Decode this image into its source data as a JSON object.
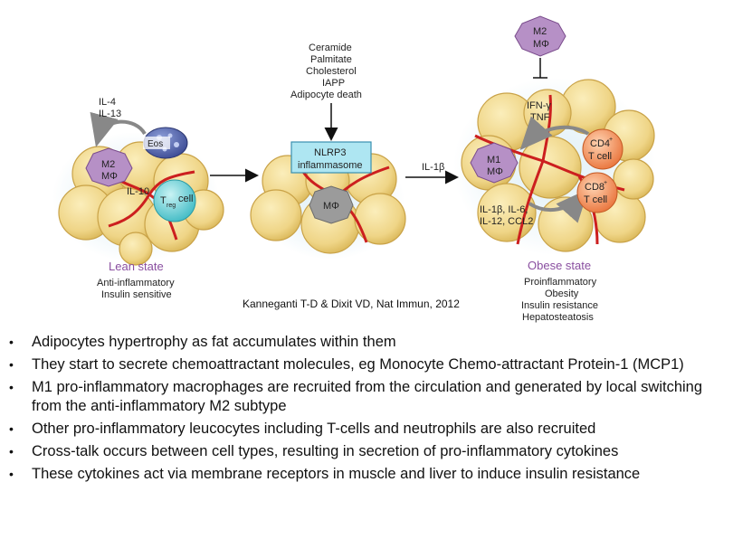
{
  "diagram": {
    "lean": {
      "cytokines_in": [
        "IL-4",
        "IL-13"
      ],
      "eos_label": "Eos",
      "m2_label": [
        "M2",
        "MΦ"
      ],
      "il10_label": "IL-10",
      "treg_main": "T",
      "treg_sub": "reg",
      "treg_cell": "cell",
      "title": "Lean state",
      "subtitle": [
        "Anti-inflammatory",
        "Insulin sensitive"
      ]
    },
    "middle": {
      "triggers": [
        "Ceramide",
        "Palmitate",
        "Cholesterol",
        "IAPP",
        "Adipocyte death"
      ],
      "nlrp3_label": [
        "NLRP3",
        "inflammasome"
      ],
      "macrophage_label": "MΦ"
    },
    "arrow_label": "IL-1β",
    "obese": {
      "m2_label": [
        "M2",
        "MΦ"
      ],
      "ifn_label": [
        "IFN-γ",
        "TNF"
      ],
      "m1_label": [
        "M1",
        "MΦ"
      ],
      "cd4_label": [
        "CD4",
        "+",
        "T cell"
      ],
      "cd8_label": [
        "CD8",
        "+",
        "T cell"
      ],
      "cytokines_out": [
        "IL-1β, IL-6,",
        "IL-12, CCL2"
      ],
      "title": "Obese state",
      "subtitle": [
        "Proinflammatory",
        "Obesity",
        "Insulin resistance",
        "Hepatosteatosis"
      ]
    },
    "citation": "Kanneganti T-D & Dixit VD, Nat Immun, 2012"
  },
  "bullets": [
    "Adipocytes hypertrophy as fat accumulates within them",
    "They start to secrete chemoattractant molecules, eg Monocyte Chemo-attractant Protein-1 (MCP1)",
    "M1 pro-inflammatory macrophages are recruited from the circulation and generated by local switching from the anti-inflammatory M2 subtype",
    "Other pro-inflammatory leucocytes including T-cells and neutrophils are also recruited",
    "Cross-talk occurs between cell types, resulting in secretion of pro-inflammatory cytokines",
    "These cytokines act via membrane receptors in muscle and liver to induce insulin resistance"
  ],
  "colors": {
    "adipocyte": "#efd587",
    "adipocyte_edge": "#c9a247",
    "vessel": "#cc1f1f",
    "macrophage_m2": "#b690c6",
    "macrophage_mid": "#9b9b9b",
    "nlrp3_fill": "#aee6f2",
    "treg": "#6fd3d8",
    "eos": "#4b5ea8",
    "tcell": "#f2955c"
  }
}
